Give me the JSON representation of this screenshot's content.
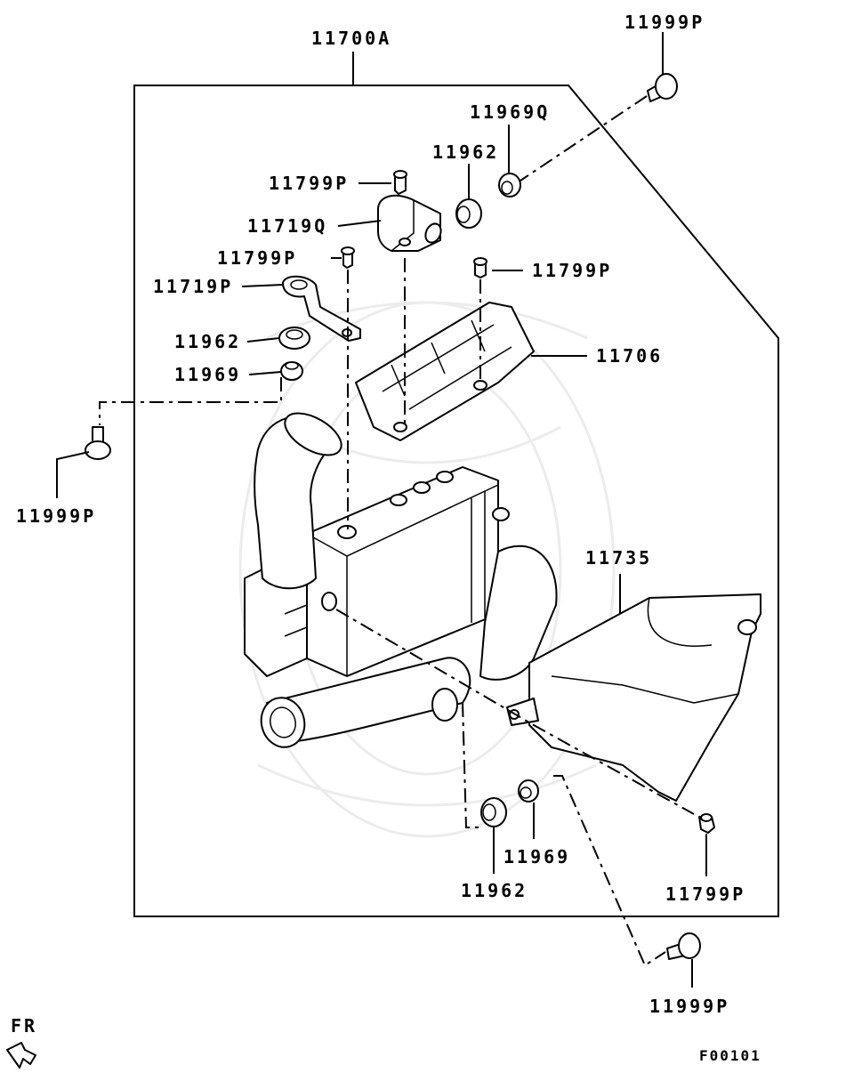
{
  "diagram": {
    "code": "F00101",
    "direction_label": "FR",
    "parts": {
      "assembly": "11700A",
      "bolt_outer_top": "11999P",
      "insulator_top": "11969Q",
      "grommet_top": "11962",
      "bolt_bracket_q": "11799P",
      "bracket_q": "11719Q",
      "bolt_bracket_p": "11799P",
      "bolt_cover": "11799P",
      "bracket_p": "11719P",
      "grommet_left": "11962",
      "insulator_left": "11969",
      "cover_upper": "11706",
      "bolt_outer_left": "11999P",
      "cover_side": "11735",
      "insulator_bottom": "11969",
      "bolt_cover_bottom": "11799P",
      "grommet_bottom": "11962",
      "bolt_outer_bottom": "11999P"
    }
  }
}
